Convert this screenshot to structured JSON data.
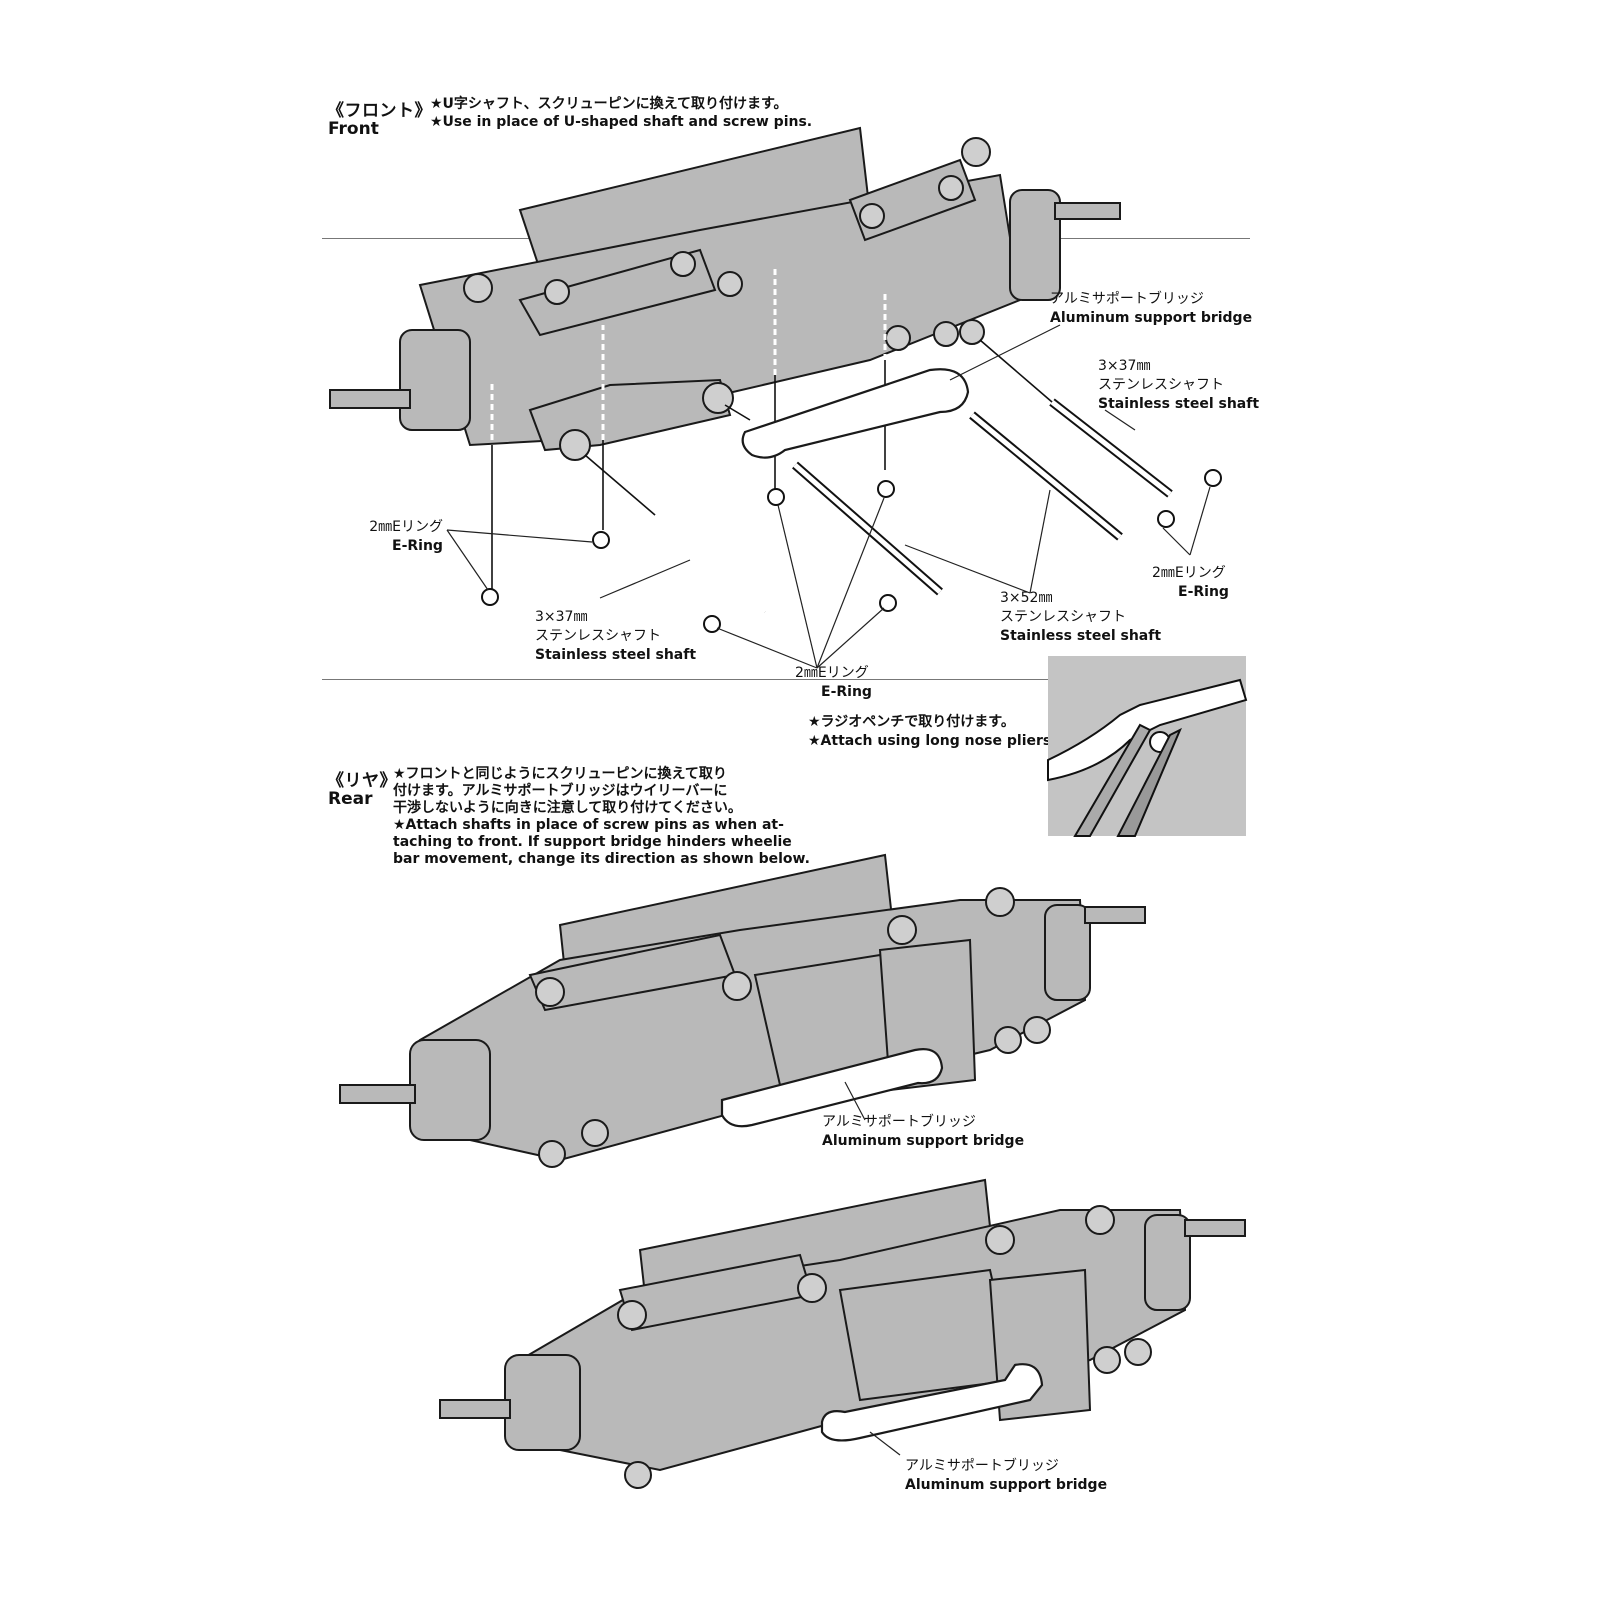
{
  "front": {
    "heading_jp": "《フロント》",
    "heading_en": "Front",
    "note_jp": "★U字シャフト、スクリューピンに換えて取り付けます。",
    "note_en": "★Use in place of U-shaped shaft and screw pins.",
    "labels": {
      "bridge_jp": "アルミサポートブリッジ",
      "bridge_en": "Aluminum support bridge",
      "shaft37_right_size": "3×37㎜",
      "shaft37_right_jp": "ステンレスシャフト",
      "shaft37_right_en": "Stainless steel shaft",
      "ering_left_jp": "2㎜Eリング",
      "ering_left_en": "E-Ring",
      "shaft37_left_size": "3×37㎜",
      "shaft37_left_jp": "ステンレスシャフト",
      "shaft37_left_en": "Stainless steel shaft",
      "ering_center_jp": "2㎜Eリング",
      "ering_center_en": "E-Ring",
      "shaft52_size": "3×52㎜",
      "shaft52_jp": "ステンレスシャフト",
      "shaft52_en": "Stainless steel shaft",
      "ering_right_jp": "2㎜Eリング",
      "ering_right_en": "E-Ring"
    },
    "pliers_note_jp": "★ラジオペンチで取り付けます。",
    "pliers_note_en": "★Attach using long nose pliers."
  },
  "rear": {
    "heading_jp": "《リヤ》",
    "heading_en": "Rear",
    "note_jp_1": "★フロントと同じようにスクリューピンに換えて取り",
    "note_jp_2": "付けます。アルミサポートブリッジはウイリーバーに",
    "note_jp_3": "干渉しないように向きに注意して取り付けてください。",
    "note_en_1": "★Attach shafts in place of screw pins as when at-",
    "note_en_2": "taching to front. If support bridge hinders wheelie",
    "note_en_3": "bar movement, change its direction as shown below.",
    "figure1_bridge_jp": "アルミサポートブリッジ",
    "figure1_bridge_en": "Aluminum support bridge",
    "figure2_bridge_jp": "アルミサポートブリッジ",
    "figure2_bridge_en": "Aluminum support bridge"
  },
  "colors": {
    "part_fill": "#b9b9b9",
    "line": "#1a1a1a",
    "background": "#ffffff"
  }
}
